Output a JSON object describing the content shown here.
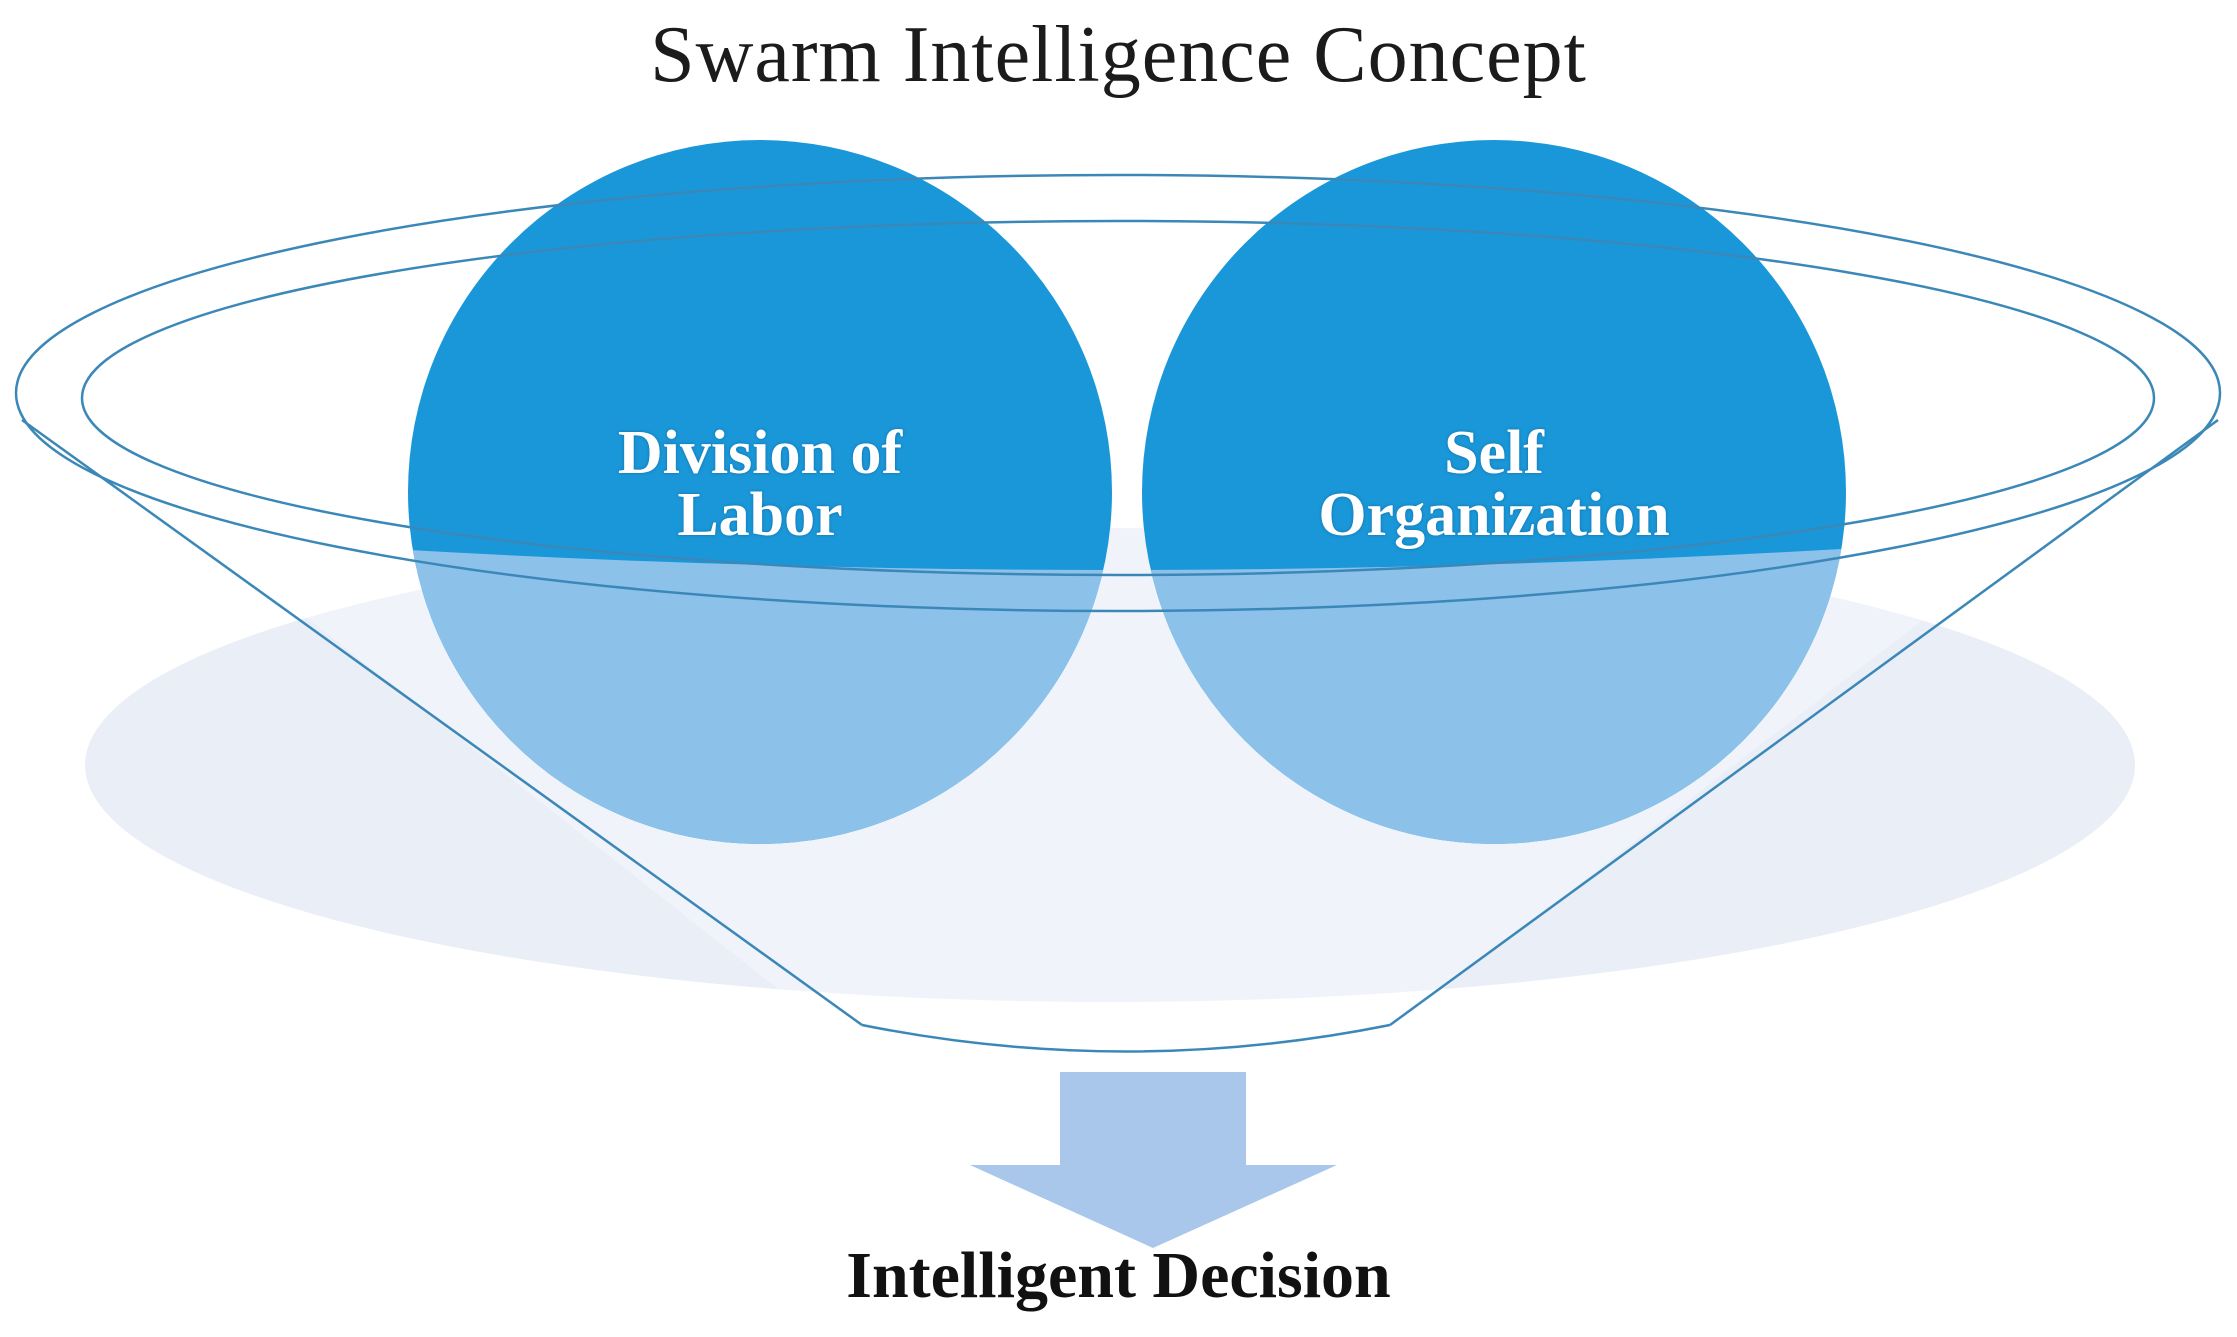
{
  "title": "Swarm Intelligence Concept",
  "circles": [
    {
      "line1": "Division of",
      "line2": "Labor"
    },
    {
      "line1": "Self",
      "line2": "Organization"
    }
  ],
  "outcome": "Intelligent Decision",
  "colors": {
    "circle_fill": "#1a97d8",
    "funnel_stroke": "#3b88b8",
    "shadow_fill": "#e8eef7",
    "arrow_fill": "#a9c7ea",
    "title_text": "#1b1b1b"
  }
}
